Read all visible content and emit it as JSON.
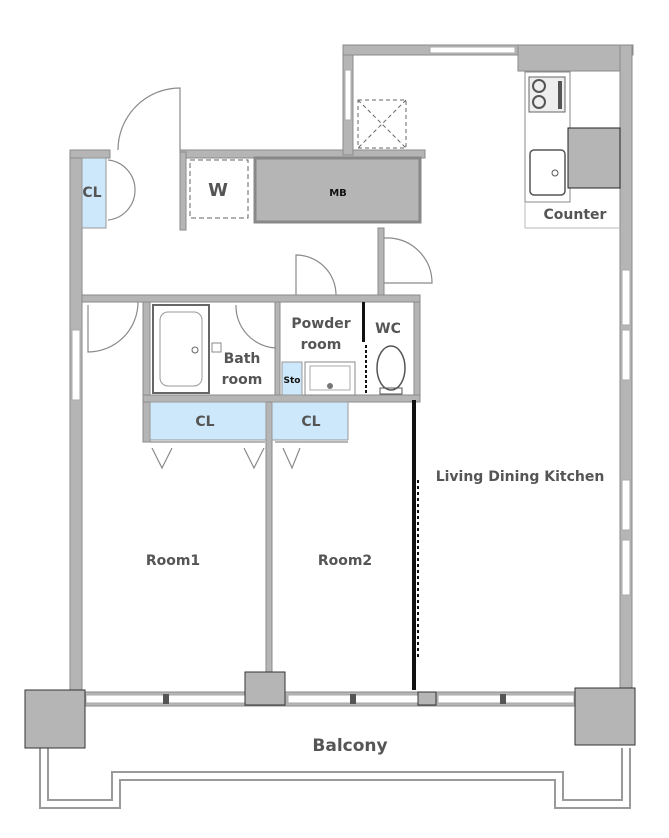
{
  "rooms": {
    "room1": "Room1",
    "room2": "Room2",
    "ldk": "Living Dining Kitchen",
    "balcony": "Balcony",
    "counter": "Counter",
    "closet_entry": "CL",
    "washer": "W",
    "mb": "MB",
    "bath_line1": "Bath",
    "bath_line2": "room",
    "powder_line1": "Powder",
    "powder_line2": "room",
    "wc": "WC",
    "storage": "Sto",
    "closet_room1": "CL",
    "closet_room2": "CL"
  },
  "colors": {
    "wall": "#b5b5b5",
    "closet": "#cde8fa",
    "text": "#555555"
  }
}
